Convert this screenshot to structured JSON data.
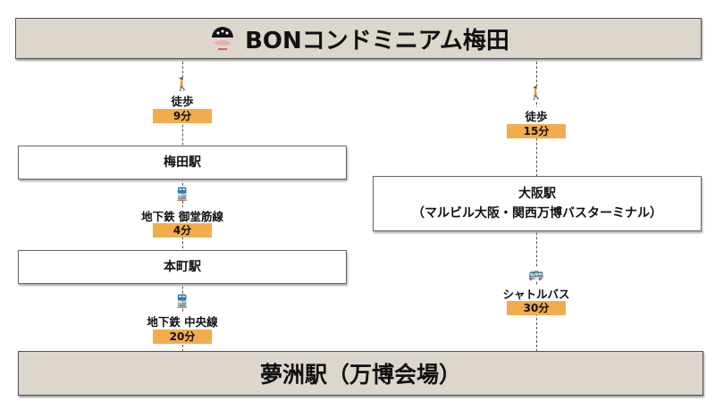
{
  "header": {
    "title": "BONコンドミニアム梅田",
    "logo": "bon-logo"
  },
  "left_route": {
    "steps": [
      {
        "icon": "walk-icon",
        "mode": "徒歩",
        "time": "9分"
      },
      {
        "station": "梅田駅"
      },
      {
        "icon": "train-icon",
        "mode": "地下鉄 御堂筋線",
        "time": "4分"
      },
      {
        "station": "本町駅"
      },
      {
        "icon": "train-icon",
        "mode": "地下鉄  中央線",
        "time": "20分"
      }
    ]
  },
  "right_route": {
    "steps": [
      {
        "icon": "walk-icon",
        "mode": "徒歩",
        "time": "15分"
      },
      {
        "station": "大阪駅",
        "station_sub": "（マルビル大阪・関西万博バスターミナル）"
      },
      {
        "icon": "bus-icon",
        "mode": "シャトルバス",
        "time": "30分"
      }
    ]
  },
  "destination": {
    "title": "夢洲駅（万博会場）"
  },
  "colors": {
    "bar": "#ddd6cc",
    "badge": "#f2ac4e"
  }
}
